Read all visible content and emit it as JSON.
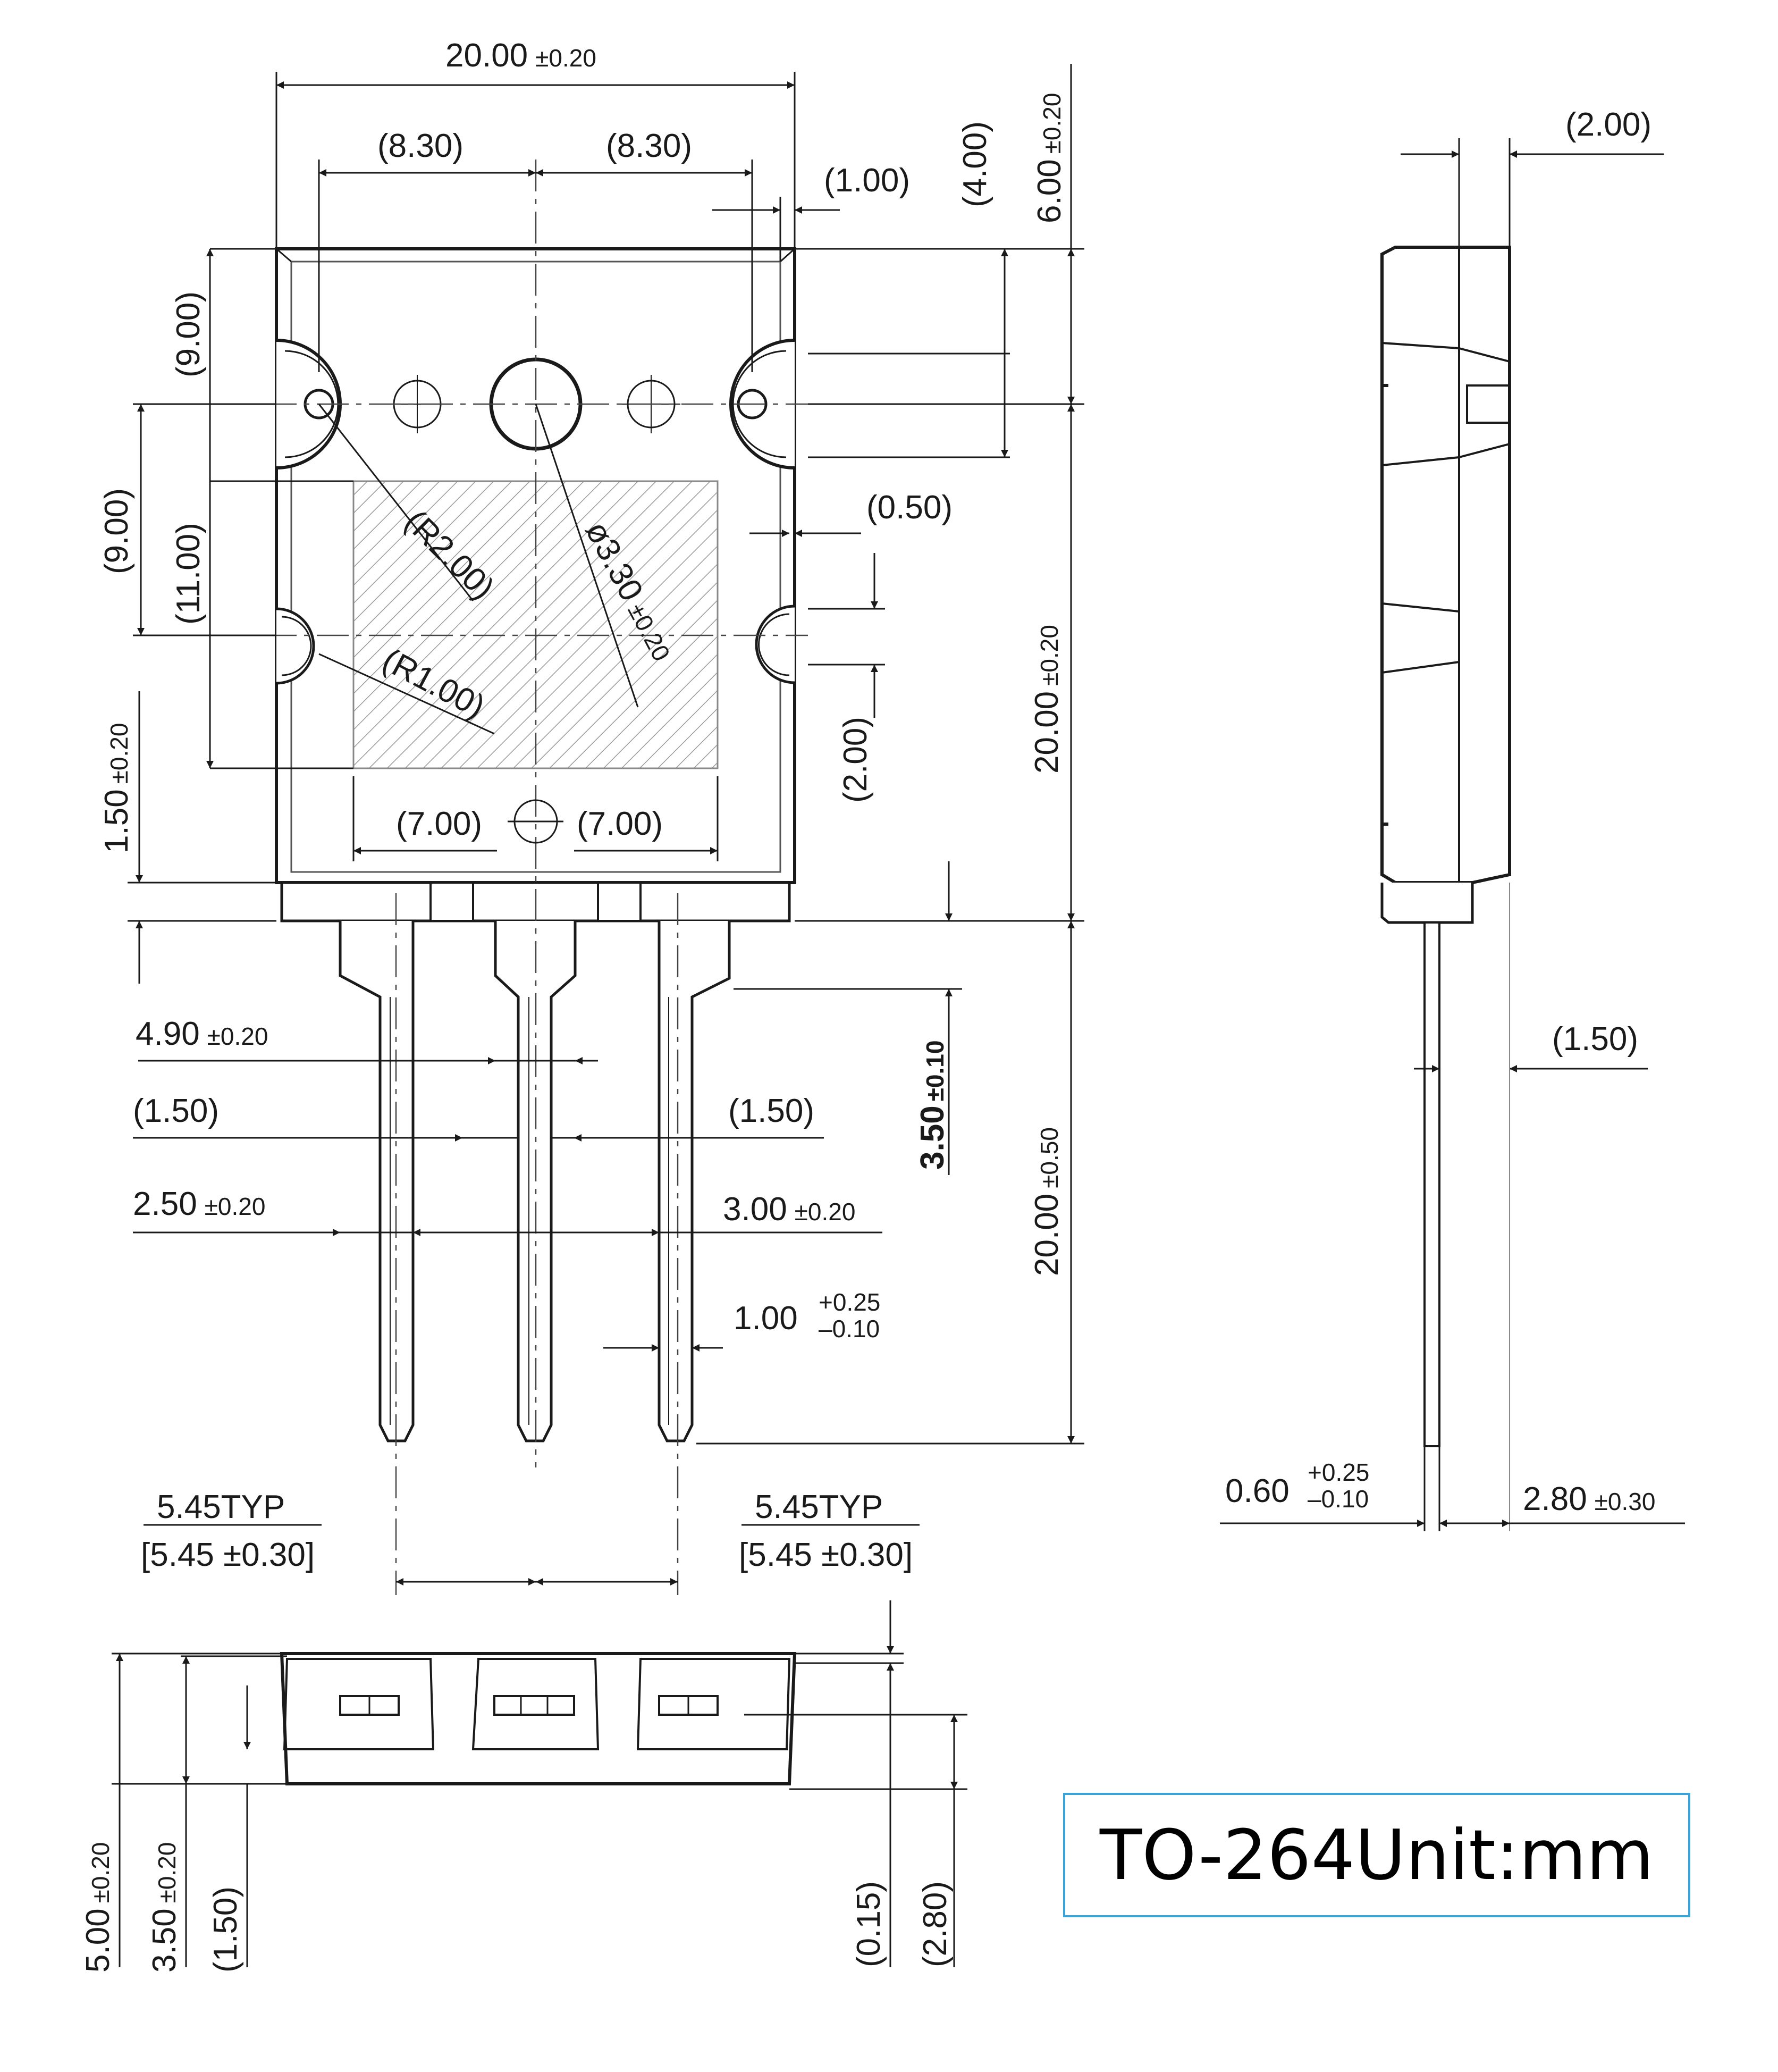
{
  "package": "TO-264",
  "unit": "Unit:mm",
  "dimensions": {
    "body_width": {
      "value": "20.00",
      "tol": "±0.20"
    },
    "hole_spacing_left": {
      "value": "(8.30)"
    },
    "hole_spacing_right": {
      "value": "(8.30)"
    },
    "edge_offset_top": {
      "value": "(1.00)"
    },
    "hole_from_top": {
      "value": "(4.00)"
    },
    "top_to_hole": {
      "value": "6.00",
      "tol": "±0.20"
    },
    "side_thickness": {
      "value": "(2.00)"
    },
    "hole_to_top_left": {
      "value": "(9.00)"
    },
    "hole_to_notch": {
      "value": "(9.00)"
    },
    "pad_height": {
      "value": "(11.00)"
    },
    "radius_large": {
      "value": "(R2.00)"
    },
    "hole_diameter": {
      "value": "ø3.30",
      "tol": "±0.20"
    },
    "radius_small": {
      "value": "(R1.00)"
    },
    "notch_offset": {
      "value": "(0.50)"
    },
    "notch_width": {
      "value": "(2.00)"
    },
    "body_height": {
      "value": "20.00",
      "tol": "±0.20"
    },
    "bottom_offset": {
      "value": "1.50",
      "tol": "±0.20"
    },
    "pad_half_left": {
      "value": "(7.00)"
    },
    "pad_half_right": {
      "value": "(7.00)"
    },
    "lead_shoulder_width": {
      "value": "4.90",
      "tol": "±0.20"
    },
    "lead_gap_left": {
      "value": "(1.50)"
    },
    "lead_gap_right": {
      "value": "(1.50)"
    },
    "outer_lead_width": {
      "value": "2.50",
      "tol": "±0.20"
    },
    "center_lead_width": {
      "value": "3.00",
      "tol": "±0.20"
    },
    "shoulder_length": {
      "value": "3.50",
      "tol": "±0.10"
    },
    "lead_length": {
      "value": "20.00",
      "tol": "±0.50"
    },
    "lead_width": {
      "value": "1.00",
      "tol_plus": "+0.25",
      "tol_minus": "–0.10"
    },
    "pitch_left": {
      "value": "5.45TYP",
      "bracket": "[5.45 ±0.30]"
    },
    "pitch_right": {
      "value": "5.45TYP",
      "bracket": "[5.45 ±0.30]"
    },
    "side_lead_offset": {
      "value": "(1.50)"
    },
    "lead_thickness": {
      "value": "0.60",
      "tol_plus": "+0.25",
      "tol_minus": "–0.10"
    },
    "lead_to_back": {
      "value": "2.80",
      "tol": "±0.30"
    },
    "total_thickness": {
      "value": "5.00",
      "tol": "±0.20"
    },
    "tab_thickness": {
      "value": "3.50",
      "tol": "±0.20"
    },
    "lead_rise": {
      "value": "(1.50)"
    },
    "step_small": {
      "value": "(0.15)"
    },
    "step_large": {
      "value": "(2.80)"
    }
  }
}
